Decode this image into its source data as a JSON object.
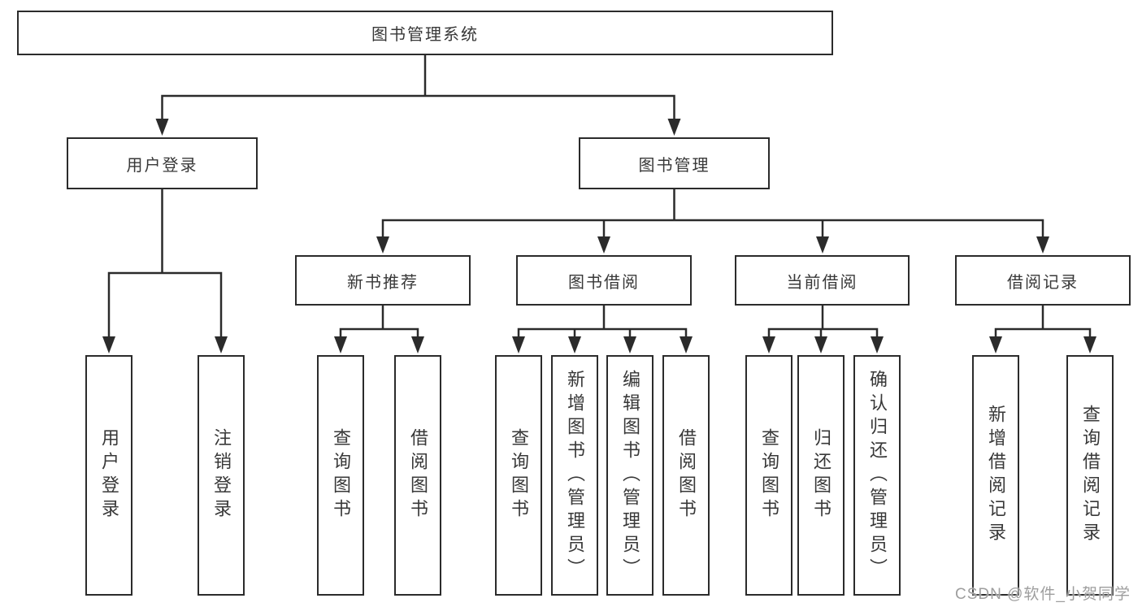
{
  "colors": {
    "line": "#2b2b2b",
    "box_border": "#2b2b2b",
    "box_fill": "#ffffff",
    "text": "#383838",
    "watermark": "#9e9e9e"
  },
  "nodes": {
    "root": "图书管理系统",
    "login": "用户登录",
    "management": "图书管理",
    "l3": [
      "新书推荐",
      "图书借阅",
      "当前借阅",
      "借阅记录"
    ],
    "login_children": [
      "用户登录",
      "注销登录"
    ],
    "recommend_children": [
      "查询图书",
      "借阅图书"
    ],
    "borrow_children": [
      "查询图书",
      "新增图书（管理员）",
      "编辑图书（管理员）",
      "借阅图书"
    ],
    "current_children": [
      "查询图书",
      "归还图书",
      "确认归还（管理员）"
    ],
    "record_children": [
      "新增借阅记录",
      "查询借阅记录"
    ]
  },
  "watermark": "CSDN @软件_小贺同学"
}
